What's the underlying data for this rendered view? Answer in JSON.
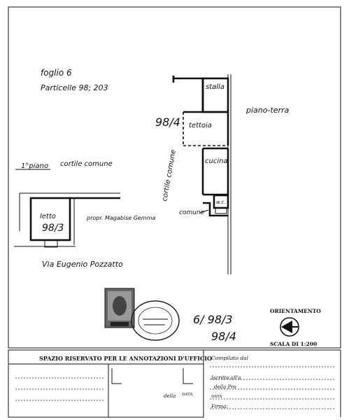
{
  "sheet": {
    "foglio": "foglio 6",
    "particelle": "Particelle 98; 203",
    "piano_terra": "piano-terra",
    "primo_piano_label": "1°piano",
    "cortile_comune_upper": "cortile comune",
    "cortile_comune_vertical": "cortile comune",
    "comune_label": "comune",
    "parcel_98_4_main": "98/4",
    "rooms": {
      "stalla": "stalla",
      "tettoia": "tettoia",
      "cucina": "cucina",
      "wc": "w.c.",
      "letto": "letto"
    },
    "parcel_98_3_room": "98/3",
    "proprieta": "propr. Magabise Gemma",
    "via": "Via Eugenio Pozzatto",
    "ref_line1": "6/ 98/3",
    "ref_line2": "98/4",
    "orientamento": "ORIENTAMENTO",
    "scala": "SCALA DI 1:200"
  },
  "footer": {
    "riservato": "SPAZIO RISERVATO PER LE ANNOTAZIONI D'UFFICIO",
    "compilato": "Compilato dal",
    "iscritto": "Iscritto all'a",
    "della_pro": "della Pro",
    "data": "DATA",
    "firma": "Firma:",
    "della": "della",
    "data_label": "DATA"
  }
}
